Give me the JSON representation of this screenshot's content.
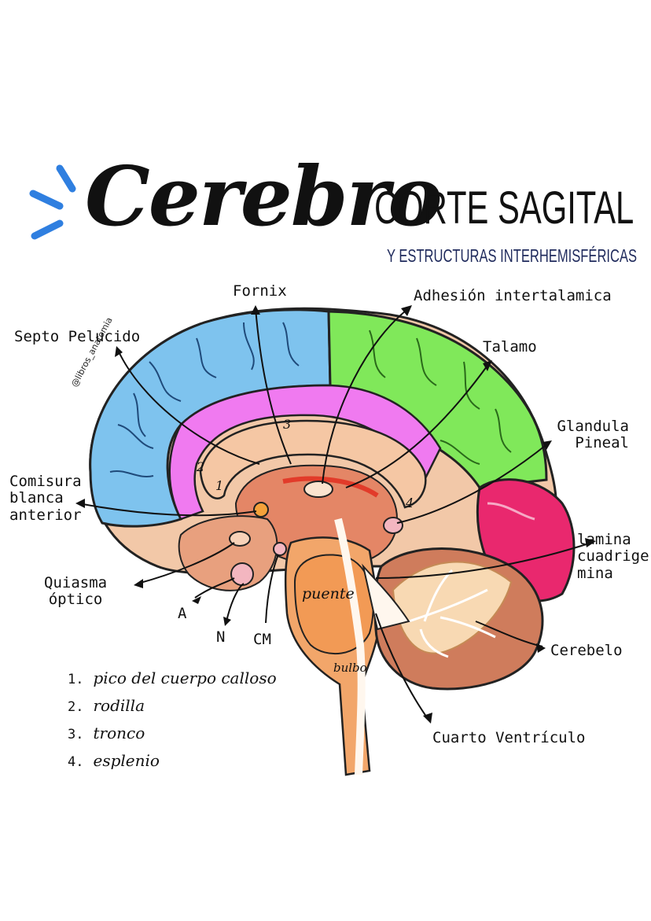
{
  "title": "Cerebro",
  "subtitle": "CORTE SAGITAL",
  "subsubtitle": "Y ESTRUCTURAS INTERHEMISFÉRICAS",
  "watermark": "@libros_anatomia",
  "labels": {
    "fornix": "Fornix",
    "adhesion": "Adhesión intertalamica",
    "septo": "Septo Pelucido",
    "talamo": "Talamo",
    "glandula": "Glandula\nPineal",
    "comisura": "Comisura\nblanca\nanterior",
    "lamina": "lamina\ncuadrige-\nmina",
    "quiasma": "Quiasma\nóptico",
    "a": "A",
    "n": "N",
    "cm": "CM",
    "cerebelo": "Cerebelo",
    "cuarto": "Cuarto Ventrículo",
    "puente": "puente",
    "bulbo": "bulbo",
    "cc1": "1",
    "cc2": "2",
    "cc3": "3",
    "cc4": "4"
  },
  "legend": [
    {
      "num": "1.",
      "text": "pico del cuerpo  calloso"
    },
    {
      "num": "2.",
      "text": "rodilla"
    },
    {
      "num": "3.",
      "text": "tronco"
    },
    {
      "num": "4.",
      "text": "esplenio"
    }
  ],
  "colors": {
    "frontal": "#7ec3ee",
    "parietal": "#80e85a",
    "cingulate": "#f07af0",
    "occipital": "#e9286e",
    "corpus": "#f5c7a4",
    "thalamus": "#e48666",
    "cerebellum": "#cf7c5c",
    "brainstem": "#f2a66a",
    "accent": "#2f7fe0"
  }
}
